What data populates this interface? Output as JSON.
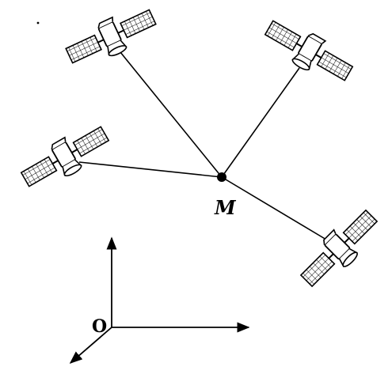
{
  "diagram": {
    "point_label": "M",
    "origin_label": "O",
    "satellite_count": 4,
    "icon": "satellite-icon",
    "colors": {
      "ink": "#000000",
      "background": "#ffffff"
    }
  }
}
